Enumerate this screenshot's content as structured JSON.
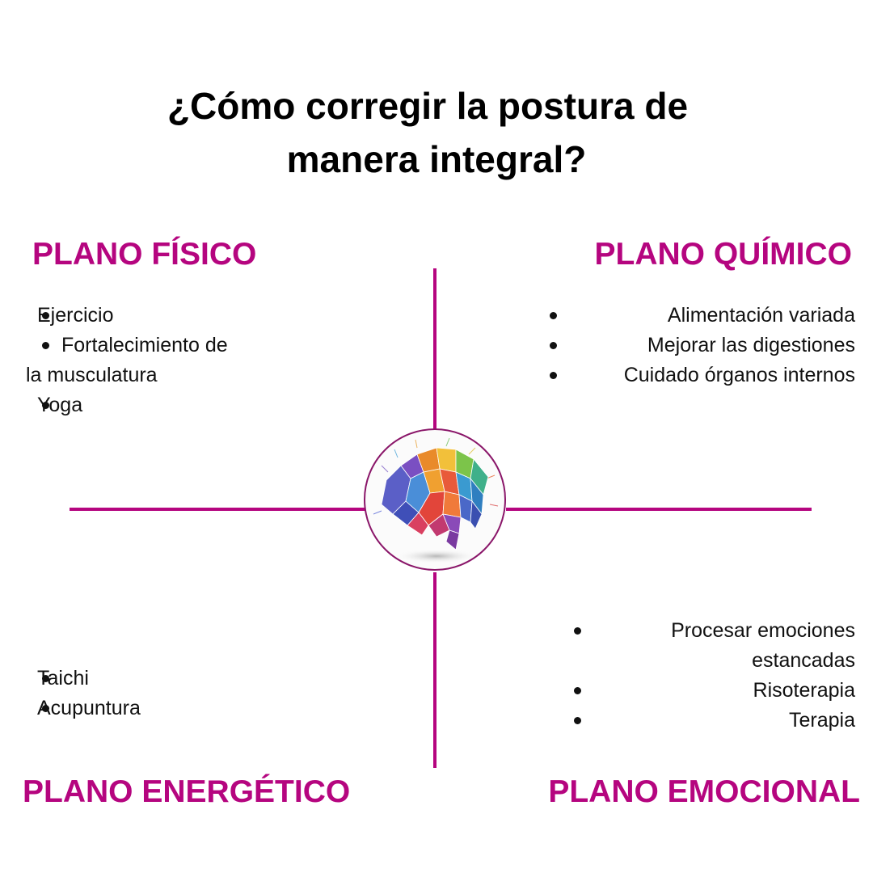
{
  "title": {
    "line1": "¿Cómo corregir la postura de",
    "line2": "manera integral?"
  },
  "colors": {
    "accent": "#b5057f",
    "text": "#111111",
    "background": "#ffffff"
  },
  "quadrants": {
    "fisico": {
      "heading": "PLANO FÍSICO",
      "items": [
        "Ejercicio",
        "Fortalecimiento de",
        "Yoga"
      ],
      "item_continuation": "la musculatura"
    },
    "quimico": {
      "heading": "PLANO QUÍMICO",
      "items": [
        "Alimentación variada",
        "Mejorar las digestiones",
        "Cuidado órganos internos"
      ]
    },
    "energetico": {
      "heading": "PLANO ENERGÉTICO",
      "items": [
        "Taichi",
        "Acupuntura"
      ]
    },
    "emocional": {
      "heading": "PLANO EMOCIONAL",
      "items": [
        "Procesar emociones",
        "Risoterapia",
        "Terapia"
      ],
      "item_continuation": "estancadas"
    }
  },
  "center_image": {
    "icon": "brain-icon"
  }
}
